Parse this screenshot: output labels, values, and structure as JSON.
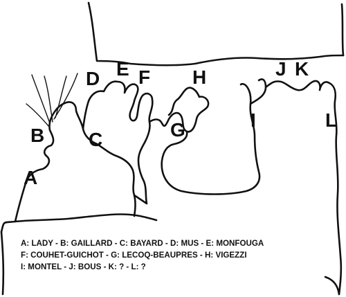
{
  "markers": {
    "a": "A",
    "b": "B",
    "c": "C",
    "d": "D",
    "e": "E",
    "f": "F",
    "g": "G",
    "h": "H",
    "i": "I",
    "j": "J",
    "k": "K",
    "l": "L"
  },
  "legend": {
    "line1": "A: LADY  - B: GAILLARD - C: BAYARD  - D: MUS - E: MONFOUGA",
    "line2": "F: COUHET-GUICHOT - G: LECOQ-BEAUPRES - H: VIGEZZI",
    "line3": "I: MONTEL - J: BOUS - K: ? - L: ?"
  },
  "colors": {
    "ink": "#111111",
    "background": "#ffffff"
  }
}
